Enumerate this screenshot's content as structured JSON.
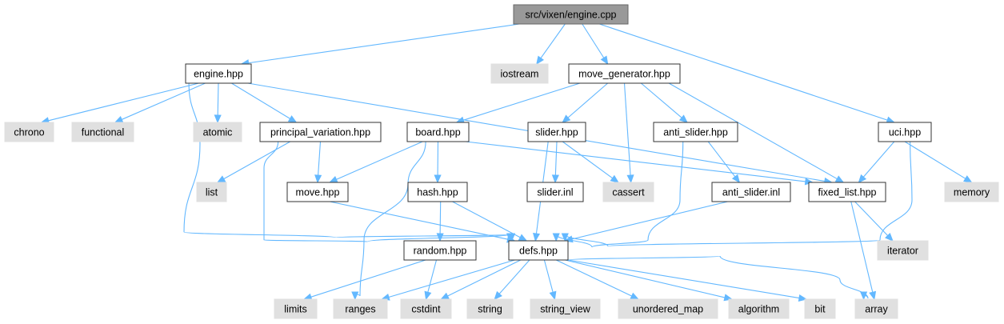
{
  "colors": {
    "root_fill": "#999999",
    "root_stroke": "#666666",
    "header_fill": "#ffffff",
    "header_stroke": "#333333",
    "external_fill": "#e0e0e0",
    "external_stroke": "#e0e0e0",
    "edge": "#63b8ff"
  },
  "nodes": [
    {
      "id": "engine_cpp",
      "label": "src/vixen/engine.cpp",
      "kind": "root"
    },
    {
      "id": "engine_hpp",
      "label": "engine.hpp",
      "kind": "header"
    },
    {
      "id": "iostream",
      "label": "iostream",
      "kind": "external"
    },
    {
      "id": "move_generator_hpp",
      "label": "move_generator.hpp",
      "kind": "header"
    },
    {
      "id": "uci_hpp",
      "label": "uci.hpp",
      "kind": "header"
    },
    {
      "id": "chrono",
      "label": "chrono",
      "kind": "external"
    },
    {
      "id": "functional",
      "label": "functional",
      "kind": "external"
    },
    {
      "id": "atomic",
      "label": "atomic",
      "kind": "external"
    },
    {
      "id": "principal_variation_hpp",
      "label": "principal_variation.hpp",
      "kind": "header"
    },
    {
      "id": "board_hpp",
      "label": "board.hpp",
      "kind": "header"
    },
    {
      "id": "slider_hpp",
      "label": "slider.hpp",
      "kind": "header"
    },
    {
      "id": "anti_slider_hpp",
      "label": "anti_slider.hpp",
      "kind": "header"
    },
    {
      "id": "list",
      "label": "list",
      "kind": "external"
    },
    {
      "id": "move_hpp",
      "label": "move.hpp",
      "kind": "header"
    },
    {
      "id": "hash_hpp",
      "label": "hash.hpp",
      "kind": "header"
    },
    {
      "id": "slider_inl",
      "label": "slider.inl",
      "kind": "header"
    },
    {
      "id": "cassert",
      "label": "cassert",
      "kind": "external"
    },
    {
      "id": "anti_slider_inl",
      "label": "anti_slider.inl",
      "kind": "header"
    },
    {
      "id": "fixed_list_hpp",
      "label": "fixed_list.hpp",
      "kind": "header"
    },
    {
      "id": "memory",
      "label": "memory",
      "kind": "external"
    },
    {
      "id": "random_hpp",
      "label": "random.hpp",
      "kind": "header"
    },
    {
      "id": "defs_hpp",
      "label": "defs.hpp",
      "kind": "header"
    },
    {
      "id": "iterator",
      "label": "iterator",
      "kind": "external"
    },
    {
      "id": "limits",
      "label": "limits",
      "kind": "external"
    },
    {
      "id": "ranges",
      "label": "ranges",
      "kind": "external"
    },
    {
      "id": "cstdint",
      "label": "cstdint",
      "kind": "external"
    },
    {
      "id": "string",
      "label": "string",
      "kind": "external"
    },
    {
      "id": "string_view",
      "label": "string_view",
      "kind": "external"
    },
    {
      "id": "unordered_map",
      "label": "unordered_map",
      "kind": "external"
    },
    {
      "id": "algorithm",
      "label": "algorithm",
      "kind": "external"
    },
    {
      "id": "bit",
      "label": "bit",
      "kind": "external"
    },
    {
      "id": "array",
      "label": "array",
      "kind": "external"
    }
  ],
  "edges": [
    {
      "from": "engine_cpp",
      "to": "engine_hpp"
    },
    {
      "from": "engine_cpp",
      "to": "iostream"
    },
    {
      "from": "engine_cpp",
      "to": "move_generator_hpp"
    },
    {
      "from": "engine_cpp",
      "to": "uci_hpp"
    },
    {
      "from": "engine_hpp",
      "to": "chrono"
    },
    {
      "from": "engine_hpp",
      "to": "functional"
    },
    {
      "from": "engine_hpp",
      "to": "atomic"
    },
    {
      "from": "engine_hpp",
      "to": "principal_variation_hpp"
    },
    {
      "from": "engine_hpp",
      "to": "defs_hpp"
    },
    {
      "from": "engine_hpp",
      "to": "fixed_list_hpp"
    },
    {
      "from": "move_generator_hpp",
      "to": "board_hpp"
    },
    {
      "from": "move_generator_hpp",
      "to": "slider_hpp"
    },
    {
      "from": "move_generator_hpp",
      "to": "cassert"
    },
    {
      "from": "move_generator_hpp",
      "to": "anti_slider_hpp"
    },
    {
      "from": "move_generator_hpp",
      "to": "fixed_list_hpp"
    },
    {
      "from": "uci_hpp",
      "to": "fixed_list_hpp"
    },
    {
      "from": "uci_hpp",
      "to": "memory"
    },
    {
      "from": "uci_hpp",
      "to": "defs_hpp"
    },
    {
      "from": "principal_variation_hpp",
      "to": "list"
    },
    {
      "from": "principal_variation_hpp",
      "to": "move_hpp"
    },
    {
      "from": "principal_variation_hpp",
      "to": "defs_hpp"
    },
    {
      "from": "board_hpp",
      "to": "move_hpp"
    },
    {
      "from": "board_hpp",
      "to": "hash_hpp"
    },
    {
      "from": "board_hpp",
      "to": "ranges"
    },
    {
      "from": "board_hpp",
      "to": "fixed_list_hpp"
    },
    {
      "from": "slider_hpp",
      "to": "slider_inl"
    },
    {
      "from": "slider_hpp",
      "to": "cassert"
    },
    {
      "from": "slider_hpp",
      "to": "defs_hpp"
    },
    {
      "from": "anti_slider_hpp",
      "to": "anti_slider_inl"
    },
    {
      "from": "anti_slider_hpp",
      "to": "defs_hpp"
    },
    {
      "from": "anti_slider_inl",
      "to": "defs_hpp"
    },
    {
      "from": "move_hpp",
      "to": "defs_hpp"
    },
    {
      "from": "hash_hpp",
      "to": "random_hpp"
    },
    {
      "from": "hash_hpp",
      "to": "defs_hpp"
    },
    {
      "from": "random_hpp",
      "to": "limits"
    },
    {
      "from": "random_hpp",
      "to": "cstdint"
    },
    {
      "from": "fixed_list_hpp",
      "to": "iterator"
    },
    {
      "from": "fixed_list_hpp",
      "to": "array"
    },
    {
      "from": "defs_hpp",
      "to": "ranges"
    },
    {
      "from": "defs_hpp",
      "to": "cstdint"
    },
    {
      "from": "defs_hpp",
      "to": "string"
    },
    {
      "from": "defs_hpp",
      "to": "string_view"
    },
    {
      "from": "defs_hpp",
      "to": "unordered_map"
    },
    {
      "from": "defs_hpp",
      "to": "algorithm"
    },
    {
      "from": "defs_hpp",
      "to": "bit"
    },
    {
      "from": "defs_hpp",
      "to": "array"
    }
  ]
}
